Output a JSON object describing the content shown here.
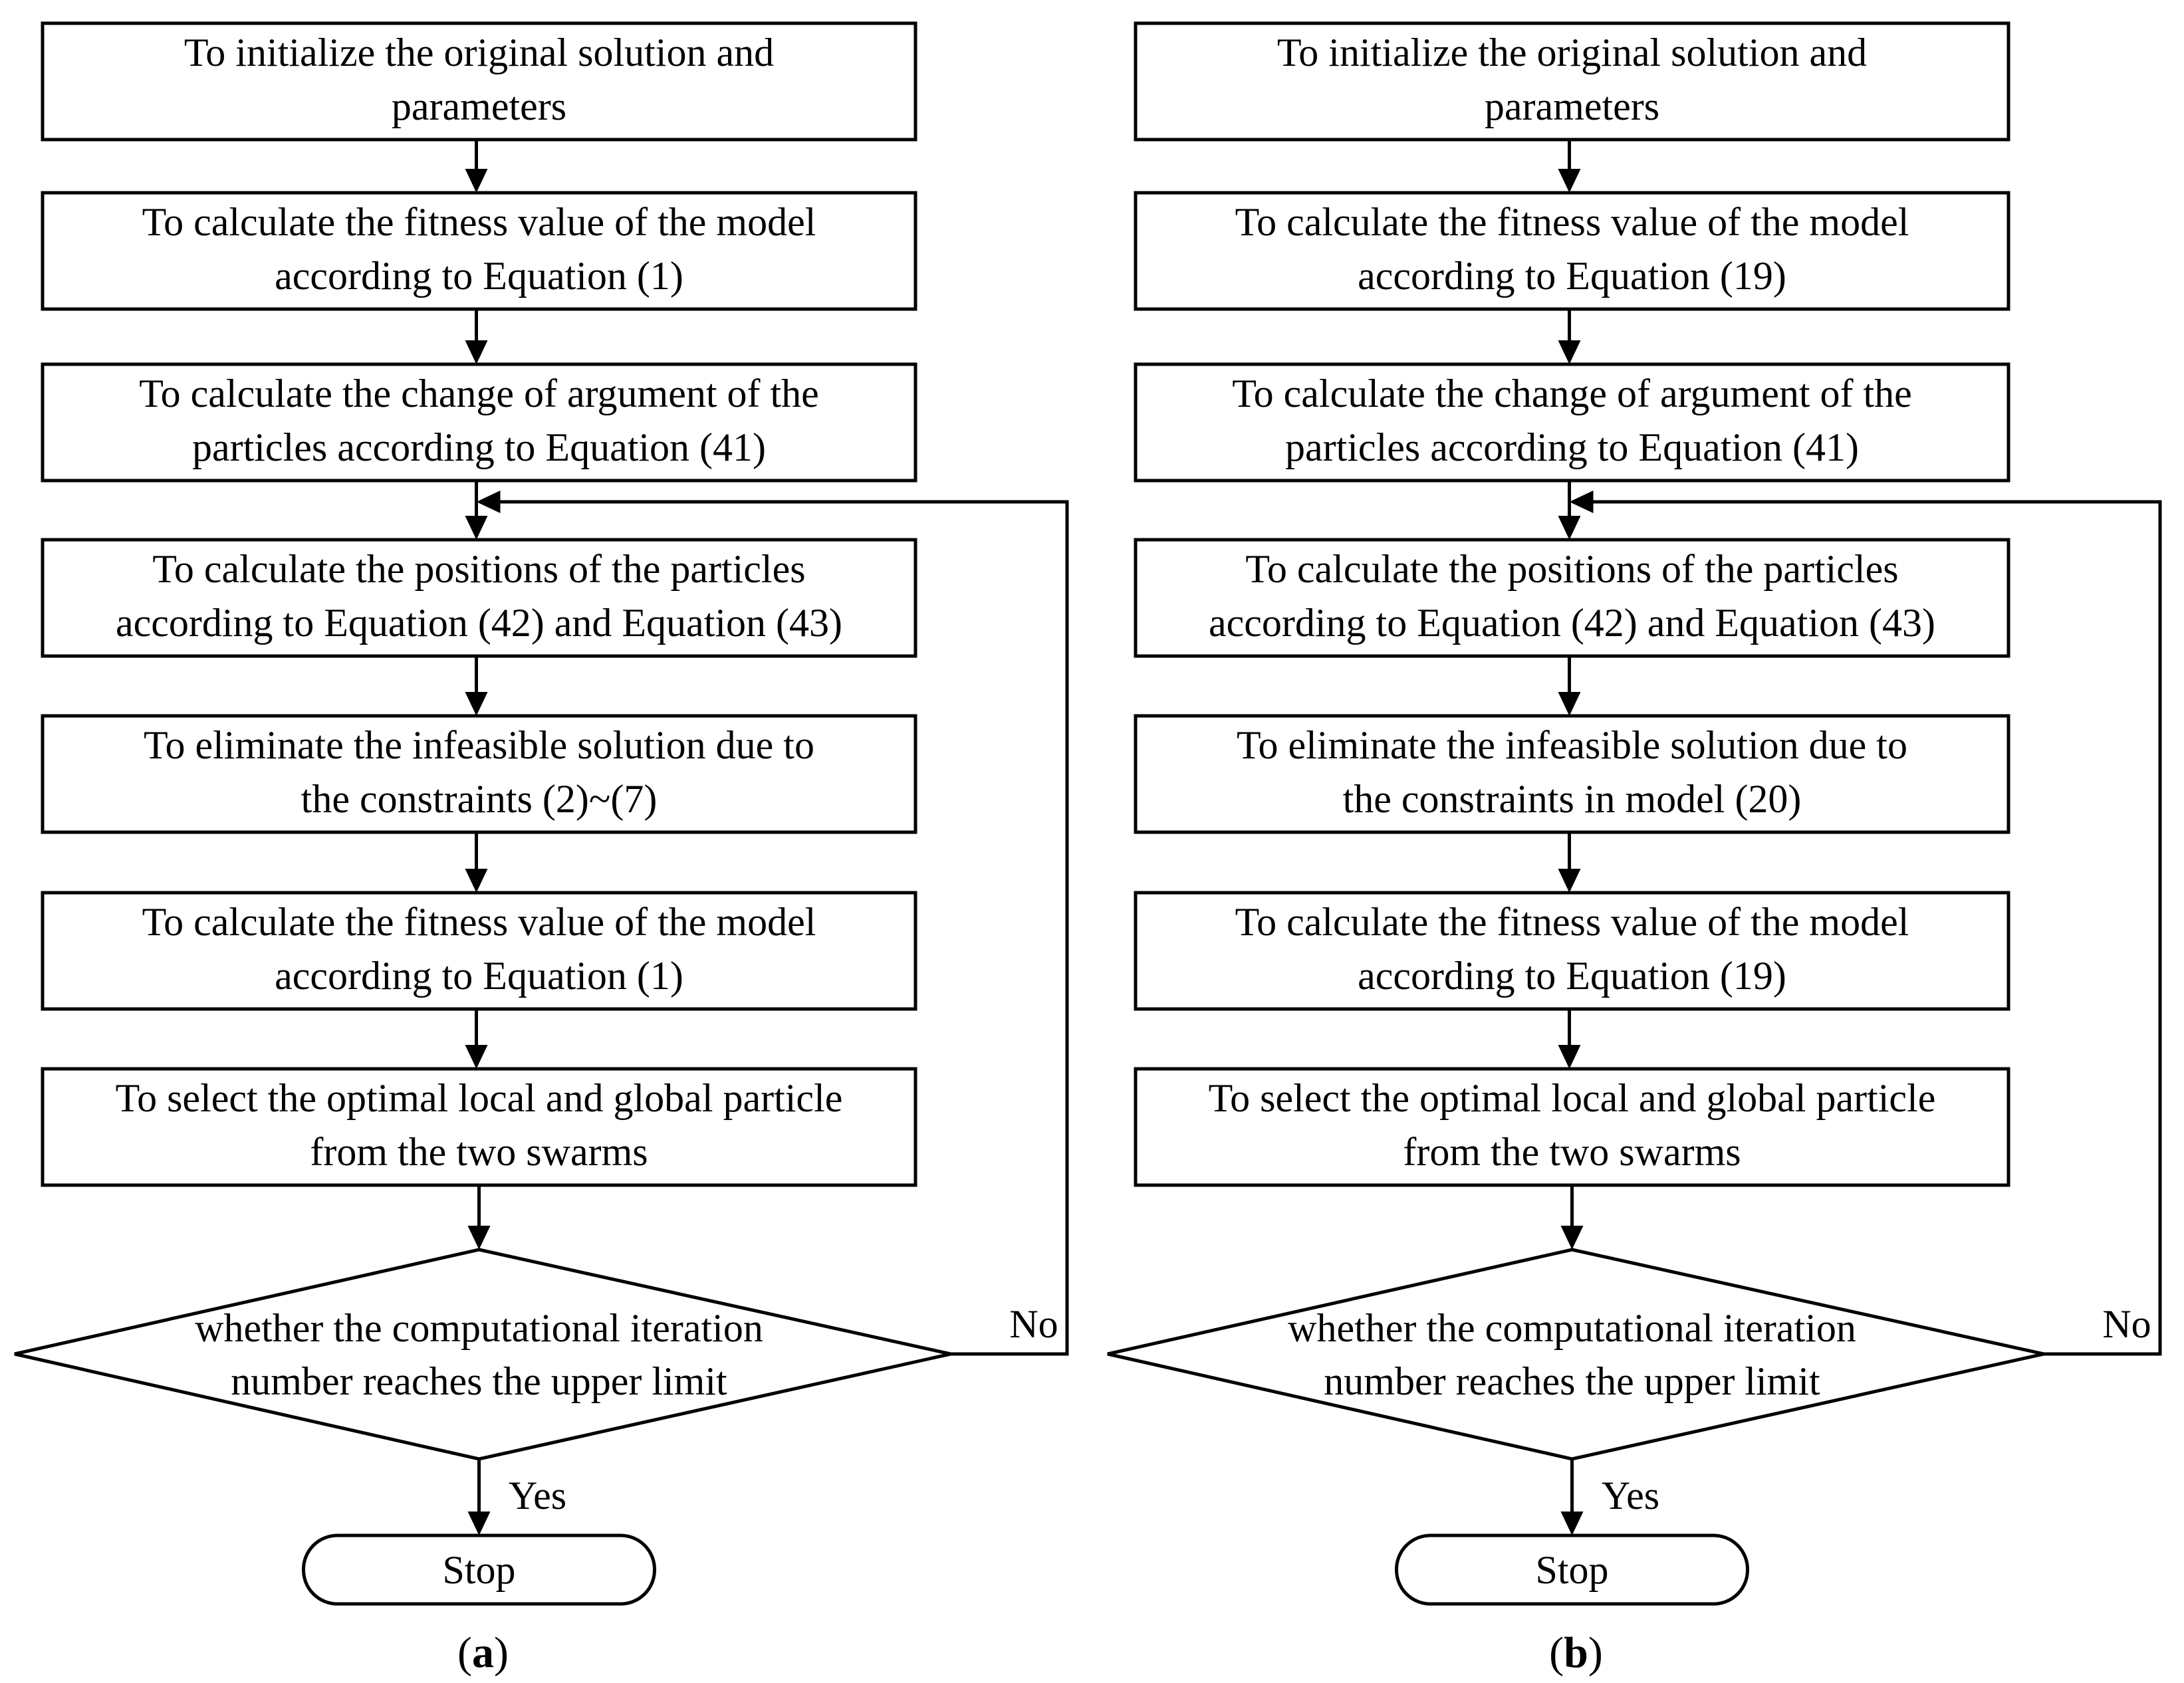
{
  "panels": [
    {
      "id": "a",
      "caption": "a",
      "steps": [
        [
          "To initialize the original solution and",
          "parameters"
        ],
        [
          "To calculate the fitness value of the model",
          "according to Equation (1)"
        ],
        [
          "To calculate the change of argument of the",
          "particles according to Equation (41)"
        ],
        [
          "To calculate the positions of the particles",
          "according to Equation (42) and Equation (43)"
        ],
        [
          "To eliminate the infeasible solution  due to",
          "the constraints (2)~(7)"
        ],
        [
          "To calculate the fitness value of the model",
          "according to Equation (1)"
        ],
        [
          "To select the optimal local and global particle",
          "from the two swarms"
        ]
      ],
      "decision": [
        "whether the computational iteration",
        "number reaches the upper limit"
      ],
      "no_label": "No",
      "yes_label": "Yes",
      "stop_label": "Stop"
    },
    {
      "id": "b",
      "caption": "b",
      "steps": [
        [
          "To initialize the original solution and",
          "parameters"
        ],
        [
          "To calculate the fitness value of the model",
          "according to Equation (19)"
        ],
        [
          "To calculate the change of argument of the",
          "particles according to Equation (41)"
        ],
        [
          "To calculate the positions of the particles",
          "according to Equation (42) and Equation (43)"
        ],
        [
          "To eliminate the infeasible solution  due to",
          "the constraints in model (20)"
        ],
        [
          "To calculate the fitness value of the model",
          "according to Equation (19)"
        ],
        [
          "To select the optimal local and global particle",
          "from the two swarms"
        ]
      ],
      "decision": [
        "whether the computational iteration",
        "number reaches the upper limit"
      ],
      "no_label": "No",
      "yes_label": "Yes",
      "stop_label": "Stop"
    }
  ]
}
